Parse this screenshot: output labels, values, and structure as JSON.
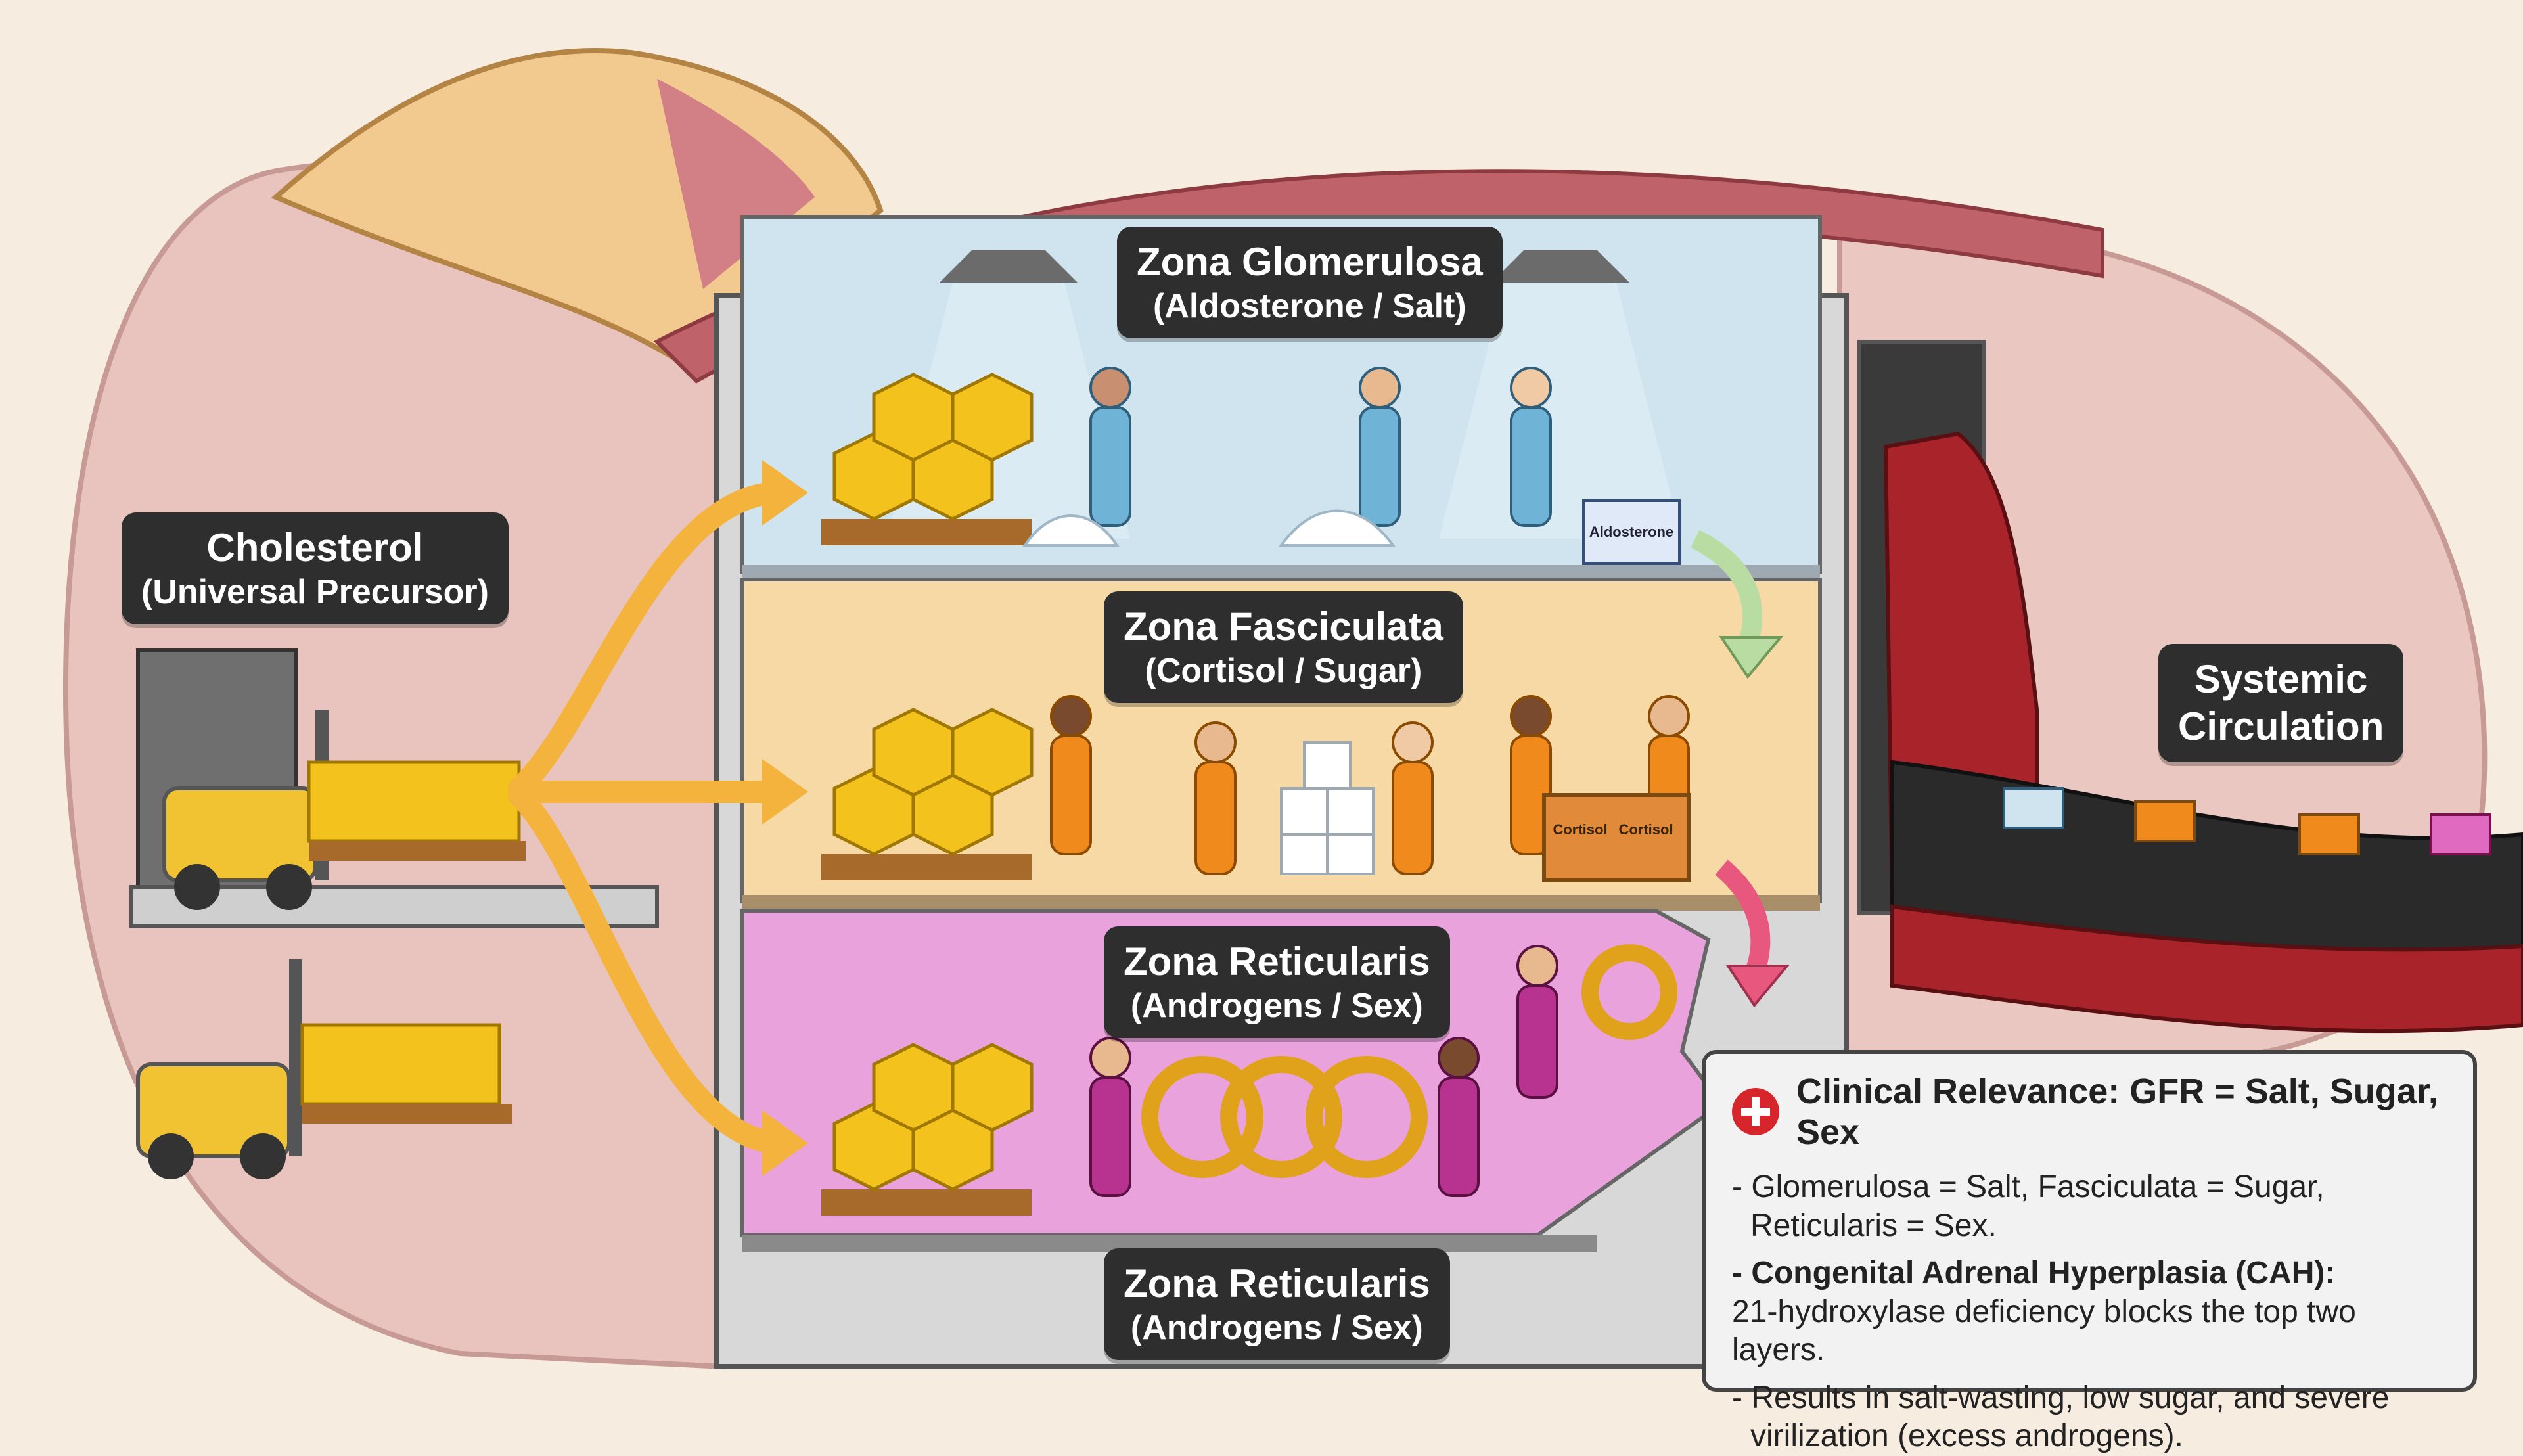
{
  "labels": {
    "glomerulosa": {
      "title": "Zona Glomerulosa",
      "sub": "(Aldosterone / Salt)"
    },
    "fasciculata": {
      "title": "Zona Fasciculata",
      "sub": "(Cortisol / Sugar)"
    },
    "reticularis_top": {
      "title": "Zona Reticularis",
      "sub": "(Androgens / Sex)"
    },
    "reticularis_bottom": {
      "title": "Zona Reticularis",
      "sub": "(Androgens / Sex)"
    },
    "cholesterol": {
      "title": "Cholesterol",
      "sub": "(Universal Precursor)"
    },
    "circulation": {
      "title": "Systemic",
      "sub": "Circulation"
    }
  },
  "box_labels": {
    "aldosterone": "Aldosterone",
    "cortisol_1": "Cortisol",
    "cortisol_2": "Cortisol"
  },
  "clinical": {
    "title": "Clinical Relevance: GFR = Salt, Sugar, Sex",
    "line1": "- Glomerulosa = Salt, Fasciculata = Sugar,",
    "line1b": "Reticularis = Sex.",
    "line2_bold": "- Congenital Adrenal Hyperplasia (CAH):",
    "line2": "21-hydroxylase deficiency blocks the top two layers.",
    "line3": "- Results in salt-wasting, low sugar, and severe",
    "line3b": "virilization (excess androgens)."
  },
  "colors": {
    "kidney": "#e9c4bf",
    "capsule": "#c0626a",
    "glomerulosa_bg": "#cfe4ef",
    "fasciculata_bg": "#f7d9a6",
    "reticularis_bg": "#e9a2dc",
    "cholesterol": "#f4c21c",
    "arrow": "#f3b33d",
    "conveyor": "#a8242a"
  }
}
